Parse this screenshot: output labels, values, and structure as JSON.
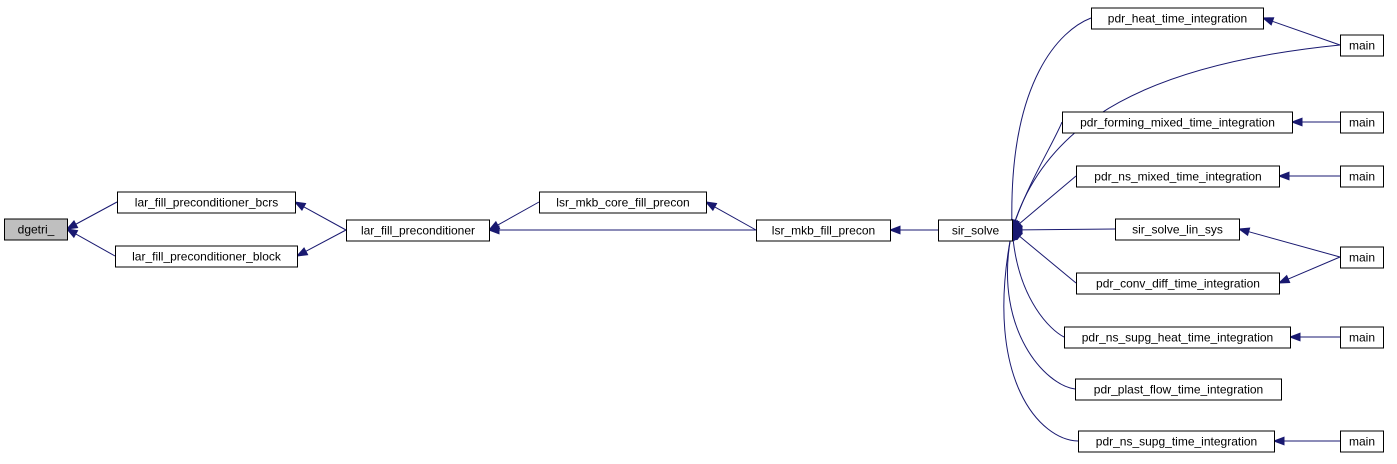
{
  "colors": {
    "edge": "#191970",
    "node_fill": "#ffffff",
    "root_fill": "#bfbfbf",
    "border": "#000000"
  },
  "nodes": [
    {
      "id": "dgetri",
      "label": "dgetri_",
      "root": true
    },
    {
      "id": "bcrs",
      "label": "lar_fill_preconditioner_bcrs"
    },
    {
      "id": "block",
      "label": "lar_fill_preconditioner_block"
    },
    {
      "id": "lfp",
      "label": "lar_fill_preconditioner"
    },
    {
      "id": "core",
      "label": "lsr_mkb_core_fill_precon"
    },
    {
      "id": "lmfp",
      "label": "lsr_mkb_fill_precon"
    },
    {
      "id": "sir",
      "label": "sir_solve"
    },
    {
      "id": "heat",
      "label": "pdr_heat_time_integration"
    },
    {
      "id": "forming",
      "label": "pdr_forming_mixed_time_integration"
    },
    {
      "id": "nsmixed",
      "label": "pdr_ns_mixed_time_integration"
    },
    {
      "id": "linsys",
      "label": "sir_solve_lin_sys"
    },
    {
      "id": "conv",
      "label": "pdr_conv_diff_time_integration"
    },
    {
      "id": "nsheat",
      "label": "pdr_ns_supg_heat_time_integration"
    },
    {
      "id": "plast",
      "label": "pdr_plast_flow_time_integration"
    },
    {
      "id": "nssupg",
      "label": "pdr_ns_supg_time_integration"
    },
    {
      "id": "main1",
      "label": "main"
    },
    {
      "id": "main2",
      "label": "main"
    },
    {
      "id": "main3",
      "label": "main"
    },
    {
      "id": "main4",
      "label": "main"
    },
    {
      "id": "main5",
      "label": "main"
    },
    {
      "id": "main6",
      "label": "main"
    }
  ],
  "edges": [
    {
      "from": "bcrs",
      "to": "dgetri"
    },
    {
      "from": "block",
      "to": "dgetri"
    },
    {
      "from": "lfp",
      "to": "bcrs"
    },
    {
      "from": "lfp",
      "to": "block"
    },
    {
      "from": "core",
      "to": "lfp"
    },
    {
      "from": "lmfp",
      "to": "lfp"
    },
    {
      "from": "lmfp",
      "to": "core"
    },
    {
      "from": "sir",
      "to": "lmfp"
    },
    {
      "from": "heat",
      "to": "sir"
    },
    {
      "from": "main1",
      "to": "sir"
    },
    {
      "from": "forming",
      "to": "sir"
    },
    {
      "from": "nsmixed",
      "to": "sir"
    },
    {
      "from": "linsys",
      "to": "sir"
    },
    {
      "from": "conv",
      "to": "sir"
    },
    {
      "from": "nsheat",
      "to": "sir"
    },
    {
      "from": "plast",
      "to": "sir"
    },
    {
      "from": "nssupg",
      "to": "sir"
    },
    {
      "from": "main1",
      "to": "heat"
    },
    {
      "from": "main2",
      "to": "forming"
    },
    {
      "from": "main3",
      "to": "nsmixed"
    },
    {
      "from": "main4",
      "to": "linsys"
    },
    {
      "from": "main4",
      "to": "conv"
    },
    {
      "from": "main5",
      "to": "nsheat"
    },
    {
      "from": "main6",
      "to": "nssupg"
    }
  ]
}
